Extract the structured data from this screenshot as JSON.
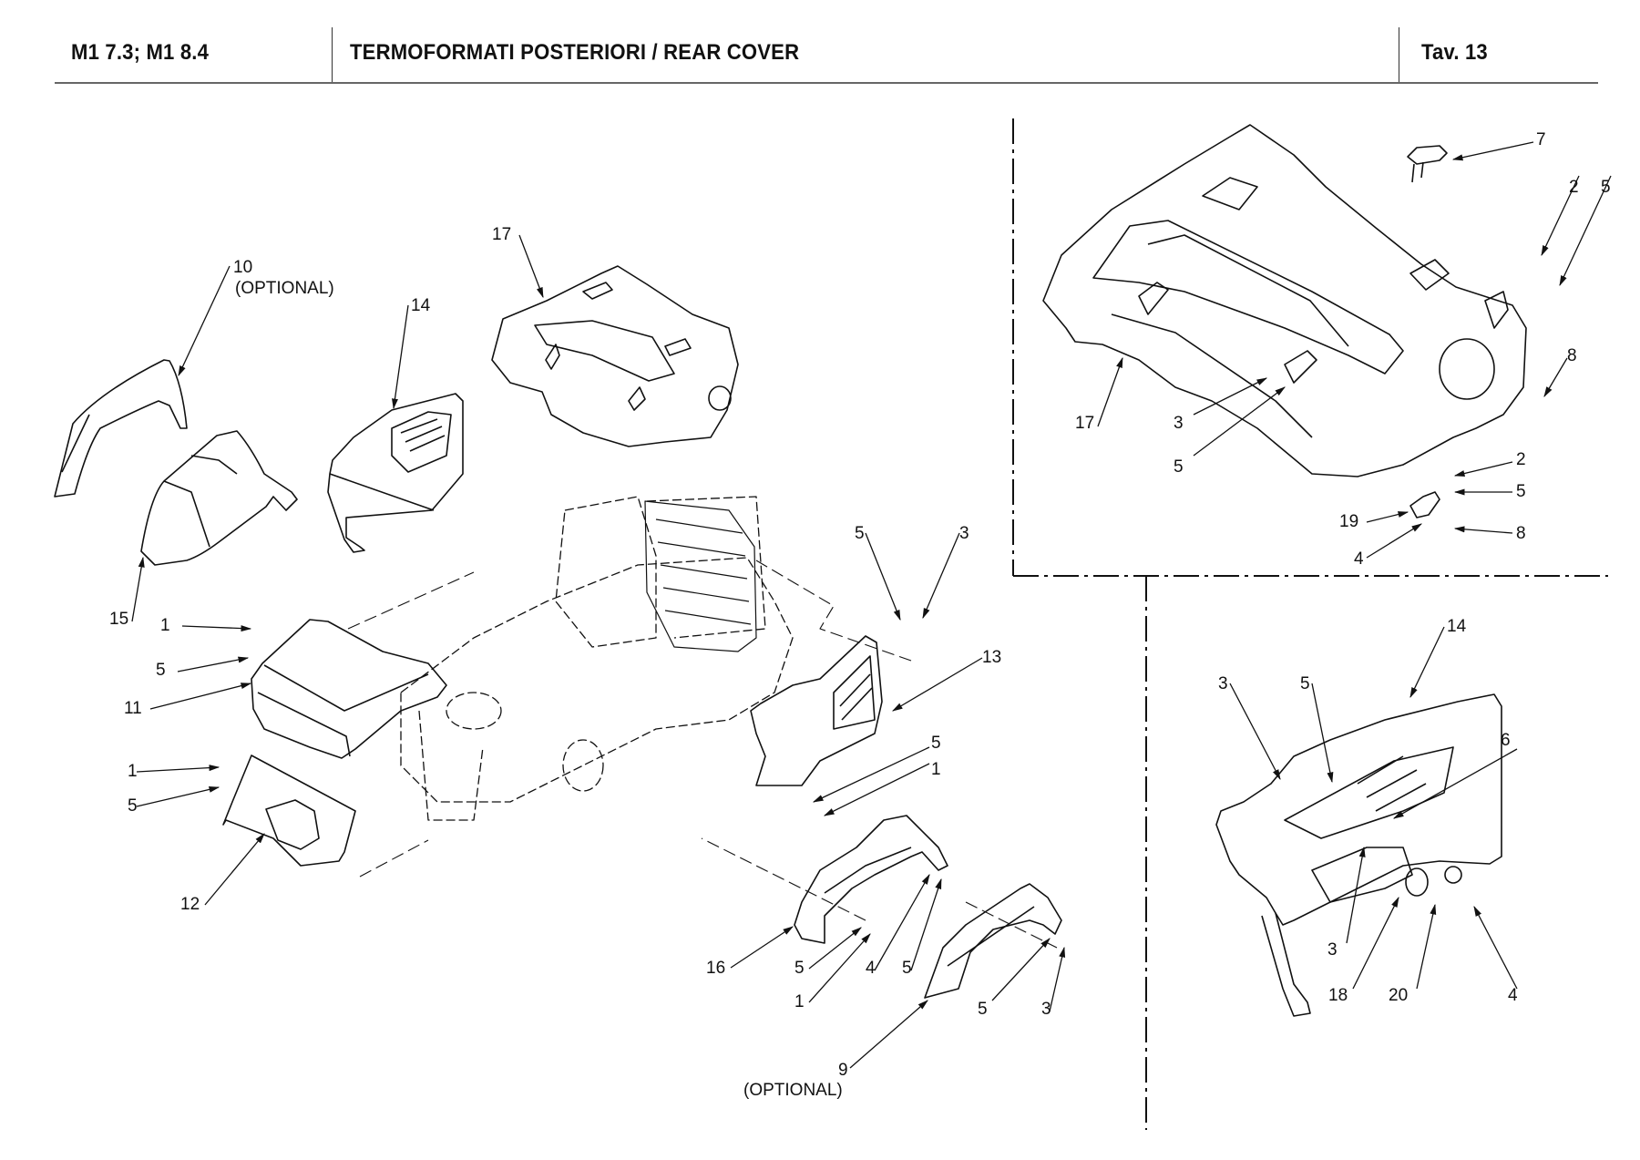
{
  "header": {
    "model": "M1 7.3; M1 8.4",
    "title": "TERMOFORMATI POSTERIORI / REAR COVER",
    "table": "Tav.  13"
  },
  "optional_note": "(OPTIONAL)",
  "main_view": {
    "callouts": [
      "10",
      "14",
      "17",
      "15",
      "1",
      "5",
      "11",
      "1",
      "5",
      "12",
      "5",
      "3",
      "13",
      "5",
      "1",
      "16",
      "5",
      "1",
      "4",
      "5",
      "5",
      "3",
      "9"
    ]
  },
  "detail_top_right": {
    "callouts": [
      "7",
      "2",
      "5",
      "8",
      "17",
      "3",
      "5",
      "2",
      "5",
      "19",
      "8",
      "4"
    ]
  },
  "detail_bottom_right": {
    "callouts": [
      "14",
      "3",
      "5",
      "6",
      "3",
      "18",
      "20",
      "4"
    ]
  }
}
